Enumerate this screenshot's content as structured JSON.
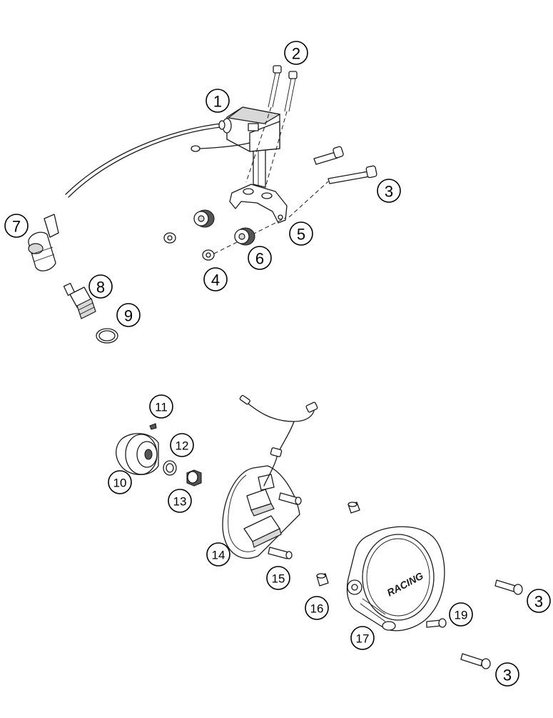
{
  "callouts": [
    {
      "id": "c1",
      "label": "1"
    },
    {
      "id": "c2",
      "label": "2"
    },
    {
      "id": "c3a",
      "label": "3"
    },
    {
      "id": "c4",
      "label": "4"
    },
    {
      "id": "c5",
      "label": "5"
    },
    {
      "id": "c6",
      "label": "6"
    },
    {
      "id": "c7",
      "label": "7"
    },
    {
      "id": "c8",
      "label": "8"
    },
    {
      "id": "c9",
      "label": "9"
    },
    {
      "id": "c10",
      "label": "10"
    },
    {
      "id": "c11",
      "label": "11"
    },
    {
      "id": "c12",
      "label": "12"
    },
    {
      "id": "c13",
      "label": "13"
    },
    {
      "id": "c14",
      "label": "14"
    },
    {
      "id": "c15",
      "label": "15"
    },
    {
      "id": "c16",
      "label": "16"
    },
    {
      "id": "c17",
      "label": "17"
    },
    {
      "id": "c19",
      "label": "19"
    },
    {
      "id": "c3b",
      "label": "3"
    },
    {
      "id": "c3c",
      "label": "3"
    }
  ],
  "cover_lettering": "RACING"
}
